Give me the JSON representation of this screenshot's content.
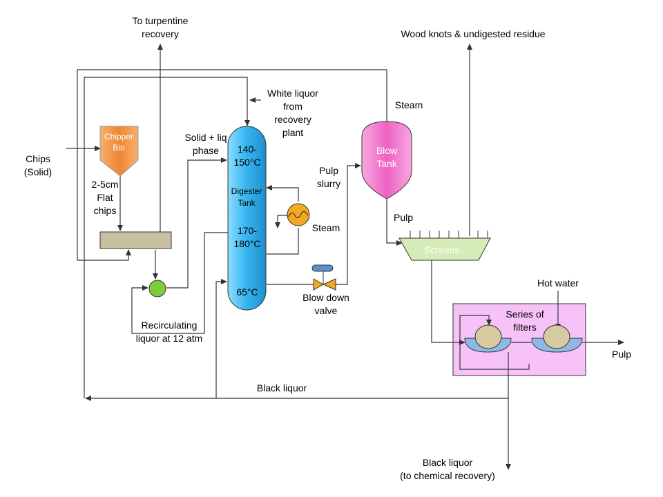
{
  "labels": {
    "turpentine": "To turpentine\nrecovery",
    "wood_knots": "Wood knots & undigested residue",
    "chips": "Chips\n(Solid)",
    "chipper_bin": "Chipper\nBin",
    "flat_chips": "2-5cm\nFlat\nchips",
    "white_liquor": "White liquor\nfrom\nrecovery\nplant",
    "solid_liquid": "Solid + liq\nphase",
    "temp_top": "140-\n150°C",
    "digester": "Digester\nTank",
    "temp_mid": "170-\n180°C",
    "temp_bottom": "65°C",
    "steam_heater": "Steam",
    "steam_blow": "Steam",
    "blow_tank": "Blow\nTank",
    "pulp_slurry": "Pulp\nslurry",
    "pulp_to_screens": "Pulp",
    "screens": "Screens",
    "blow_down_valve": "Blow down\nvalve",
    "recirculating": "Recirculating\nliquor at 12 atm",
    "hot_water": "Hot water",
    "series_filters": "Series of\nfilters",
    "pulp_out": "Pulp",
    "black_liquor": "Black liquor",
    "black_liquor_recovery": "Black liquor\n(to chemical recovery)"
  },
  "colors": {
    "line": "#333333",
    "digester_fill": "#33b5f0",
    "blow_tank_fill": "#f070c8",
    "chipper_fill": "#f08a3a",
    "screens_fill": "#d6ecb8",
    "filter_box_fill": "#f7c2f7",
    "pump_fill": "#7ccc3c",
    "heater_fill": "#f5a623",
    "valve_fill": "#5b8fd0",
    "feeder_fill": "#c8c0a0",
    "drum_fill": "#d6caa0",
    "tray_fill": "#8fb8e8"
  },
  "icons": [
    "pump-icon",
    "heat-exchanger-icon",
    "valve-icon",
    "filter-drum-icon"
  ]
}
